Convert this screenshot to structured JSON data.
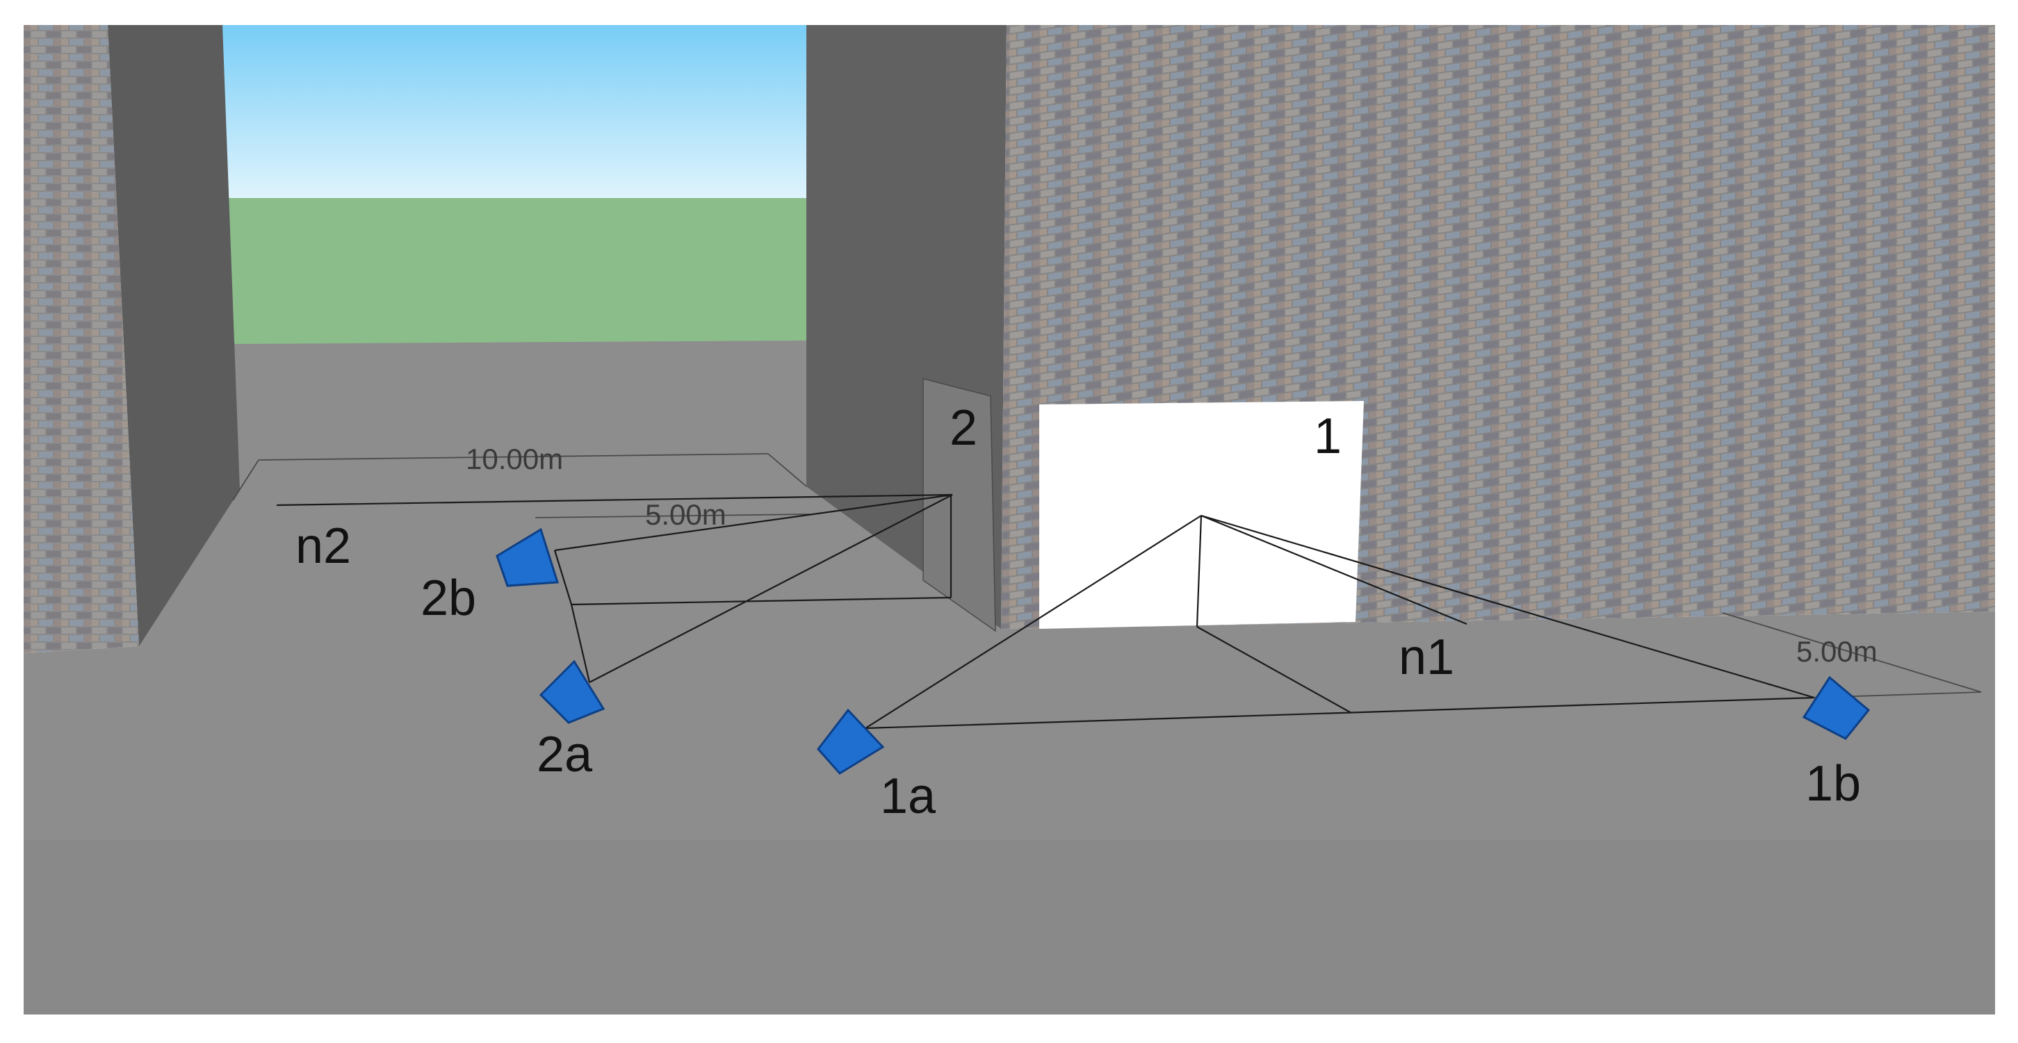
{
  "labels": {
    "door1": "1",
    "door2": "2",
    "node1": "n1",
    "node2": "n2",
    "cam1a": "1a",
    "cam1b": "1b",
    "cam2a": "2a",
    "cam2b": "2b"
  },
  "dimensions": {
    "dim_10m": "10.00m",
    "dim_5m_left": "5.00m",
    "dim_5m_right": "5.00m"
  },
  "colors": {
    "sky_top": "#7ccff7",
    "sky_bottom": "#d8f1fc",
    "grass": "#8bbd8b",
    "ground": "#8c8c8c",
    "wall_dark": "#5a5a5a",
    "door_white": "#ffffff",
    "camera_blue": "#1f6fd0"
  },
  "icons": {
    "camera": "camera-icon"
  }
}
